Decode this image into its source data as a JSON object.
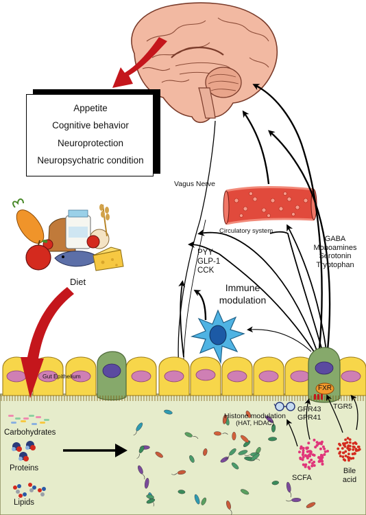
{
  "effects_box": {
    "lines": [
      "Appetite",
      "Cognitive behavior",
      "Neuroprotection",
      "Neuropsychatric condition"
    ]
  },
  "labels": {
    "vagus_nerve": "Vagus Nerve",
    "circulatory_system": "Circulatory system",
    "neurotransmitters": [
      "GABA",
      "Monoamines",
      "Serotonin",
      "Tryptophan"
    ],
    "hormones": [
      "PYY",
      "GLP-1",
      "CCK"
    ],
    "immune": [
      "Immune",
      "modulation"
    ],
    "diet": "Diet",
    "gut_epithelium": "Gut Epithelium",
    "fxr": "FXR",
    "receptors": [
      "GPR43",
      "GPR41"
    ],
    "tgr5": "TGR5",
    "histone": [
      "Histone modulation",
      "(HAT, HDAC)"
    ],
    "scfa": "SCFA",
    "bile_acid": [
      "Bile",
      "acid"
    ],
    "nutrients": [
      "Carbohydrates",
      "Proteins",
      "Lipids"
    ]
  },
  "colors": {
    "arrow_red": "#c4161c",
    "lumen": "#e6eccb",
    "cell_yellow": "#f7d64a",
    "cell_outline": "#9a7a1a",
    "nucleus_purple": "#cf7fb4",
    "enteroendocrine_green": "#86a96b",
    "immune_blue": "#4fb3e3",
    "vessel_red": "#e14a3c",
    "scfa_pink": "#e0357a"
  }
}
